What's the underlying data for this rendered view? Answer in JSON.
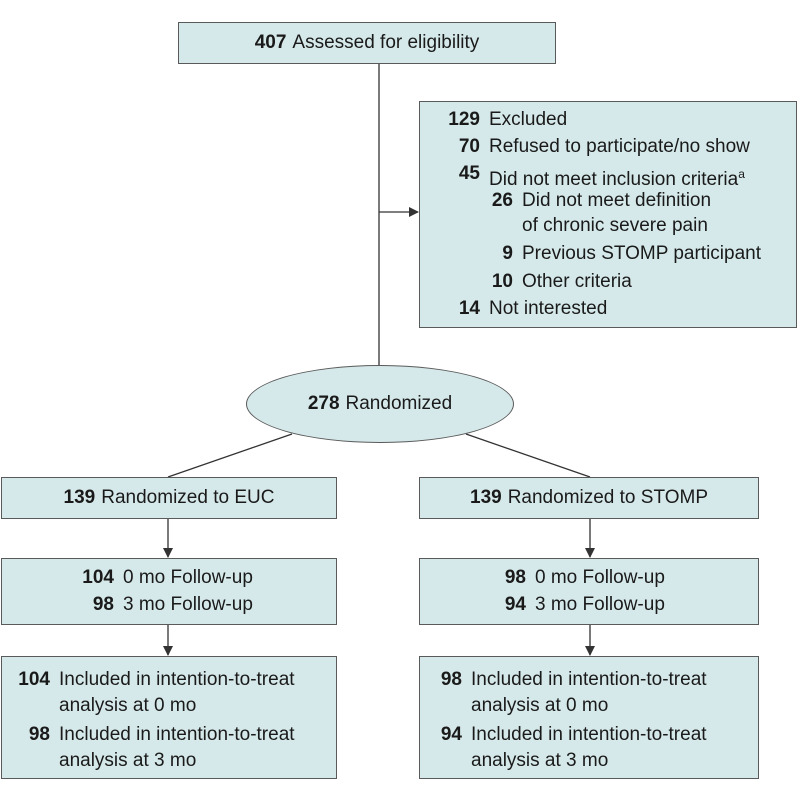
{
  "assessed": {
    "n": "407",
    "label": "Assessed for eligibility"
  },
  "excluded": {
    "rows": [
      {
        "n": "129",
        "label": "Excluded"
      },
      {
        "n": "70",
        "label": "Refused to participate/no show"
      },
      {
        "n": "45",
        "label": "Did not meet inclusion criteria",
        "sup": "a"
      },
      {
        "n": "26",
        "label": "Did not meet definition",
        "label2": "of chronic severe pain"
      },
      {
        "n": "9",
        "label": "Previous STOMP participant"
      },
      {
        "n": "10",
        "label": "Other criteria"
      },
      {
        "n": "14",
        "label": "Not interested"
      }
    ]
  },
  "randomized": {
    "n": "278",
    "label": "Randomized"
  },
  "euc": {
    "alloc": {
      "n": "139",
      "label": "Randomized to EUC"
    },
    "followup": [
      {
        "n": "104",
        "label": "0 mo Follow-up"
      },
      {
        "n": "98",
        "label": "3 mo Follow-up"
      }
    ],
    "analysis": [
      {
        "n": "104",
        "label": "Included in intention-to-treat",
        "label2": "analysis at 0 mo"
      },
      {
        "n": "98",
        "label": "Included in intention-to-treat",
        "label2": "analysis at 3 mo"
      }
    ]
  },
  "stomp": {
    "alloc": {
      "n": "139",
      "label": "Randomized to STOMP"
    },
    "followup": [
      {
        "n": "98",
        "label": "0 mo Follow-up"
      },
      {
        "n": "94",
        "label": "3 mo Follow-up"
      }
    ],
    "analysis": [
      {
        "n": "98",
        "label": "Included in intention-to-treat",
        "label2": "analysis at 0 mo"
      },
      {
        "n": "94",
        "label": "Included in intention-to-treat",
        "label2": "analysis at 3 mo"
      }
    ]
  }
}
